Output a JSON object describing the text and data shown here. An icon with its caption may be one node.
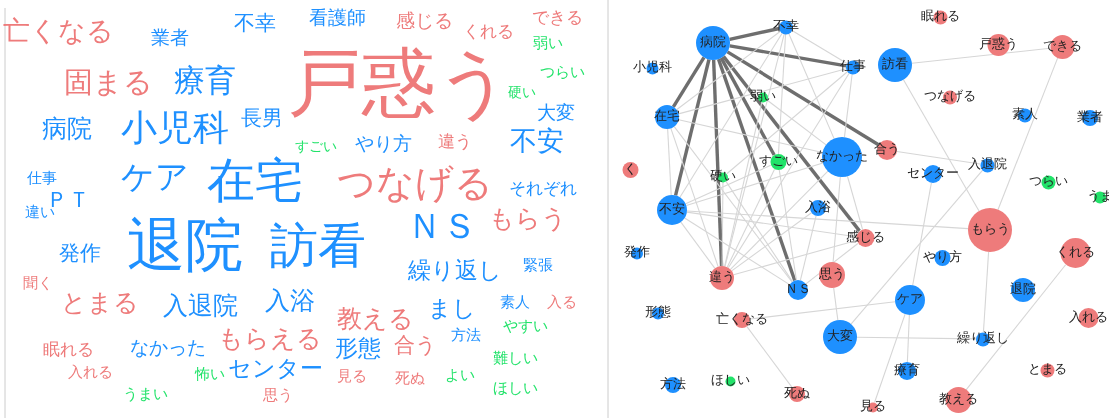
{
  "diagram": {
    "nodes": [
      {
        "text": [
          "不幸"
        ]
      },
      {
        "text": [
          "病院"
        ]
      },
      {
        "text": [
          "小児科"
        ]
      },
      {
        "text": [
          "仕事"
        ]
      },
      {
        "text": [
          "訪看"
        ]
      },
      {
        "text": [
          "眠れる"
        ]
      },
      {
        "text": [
          "戸惑う"
        ]
      },
      {
        "text": [
          "できる"
        ]
      },
      {
        "text": [
          "つなげる"
        ]
      },
      {
        "text": [
          "素人"
        ]
      },
      {
        "text": [
          "業者"
        ]
      },
      {
        "text": [
          "在宅"
        ]
      },
      {
        "text": [
          "弱い"
        ]
      },
      {
        "text": [
          "すごい"
        ]
      },
      {
        "text": [
          "なかった"
        ]
      },
      {
        "text": [
          "合う"
        ]
      },
      {
        "text": [
          "センター"
        ]
      },
      {
        "text": [
          "入退院"
        ]
      },
      {
        "text": [
          "つらい"
        ]
      },
      {
        "text": [
          "硬い"
        ]
      },
      {
        "text": [
          "く"
        ]
      },
      {
        "text": [
          "うま"
        ]
      },
      {
        "text": [
          "不安"
        ]
      },
      {
        "text": [
          "入浴"
        ]
      },
      {
        "text": [
          "感じる"
        ]
      },
      {
        "text": [
          "もらう"
        ]
      },
      {
        "text": [
          "発作"
        ]
      },
      {
        "text": [
          "違う"
        ]
      },
      {
        "text": [
          "思う"
        ]
      },
      {
        "text": [
          "ＮＳ"
        ]
      },
      {
        "text": [
          "やり方"
        ]
      },
      {
        "text": [
          "くれる"
        ]
      },
      {
        "text": [
          "退院"
        ]
      },
      {
        "text": [
          "形態"
        ]
      },
      {
        "text": [
          "亡くなる"
        ]
      },
      {
        "text": [
          "ケア"
        ]
      },
      {
        "text": [
          "入れる"
        ]
      },
      {
        "text": [
          "大変"
        ]
      },
      {
        "text": [
          "繰り返し"
        ]
      },
      {
        "text": [
          "療育"
        ]
      },
      {
        "text": [
          "とまる"
        ]
      },
      {
        "text": [
          "方法"
        ]
      },
      {
        "text": [
          "ほしい"
        ]
      },
      {
        "text": [
          "死ぬ"
        ]
      },
      {
        "text": [
          "教える"
        ]
      },
      {
        "text": [
          "見る"
        ]
      }
    ],
    "edges": [
      {
        "from": 1,
        "to": 0,
        "arrow": "none",
        "style": "thick",
        "color": "#6e6e6e"
      },
      {
        "from": 1,
        "to": 3,
        "arrow": "none",
        "style": "thick",
        "color": "#6e6e6e"
      },
      {
        "from": 1,
        "to": 15,
        "arrow": "none",
        "style": "thick",
        "color": "#6e6e6e"
      },
      {
        "from": 1,
        "to": 11,
        "arrow": "none",
        "style": "thick",
        "color": "#6e6e6e"
      },
      {
        "from": 1,
        "to": 22,
        "arrow": "none",
        "style": "thick",
        "color": "#6e6e6e"
      },
      {
        "from": 1,
        "to": 27,
        "arrow": "none",
        "style": "thick",
        "color": "#6e6e6e"
      },
      {
        "from": 1,
        "to": 29,
        "arrow": "none",
        "style": "thick",
        "color": "#6e6e6e"
      },
      {
        "from": 1,
        "to": 24,
        "arrow": "none",
        "style": "thick",
        "color": "#6e6e6e"
      },
      {
        "from": 1,
        "to": 13,
        "arrow": "none",
        "style": "thick",
        "color": "#6e6e6e"
      },
      {
        "from": 0,
        "to": 11,
        "arrow": "none"
      },
      {
        "from": 0,
        "to": 22,
        "arrow": "none"
      },
      {
        "from": 0,
        "to": 3,
        "arrow": "none"
      },
      {
        "from": 0,
        "to": 27,
        "arrow": "none"
      },
      {
        "from": 0,
        "to": 14,
        "arrow": "none"
      },
      {
        "from": 0,
        "to": 13,
        "arrow": "none"
      },
      {
        "from": 3,
        "to": 11,
        "arrow": "none"
      },
      {
        "from": 3,
        "to": 27,
        "arrow": "none"
      },
      {
        "from": 3,
        "to": 14,
        "arrow": "none"
      },
      {
        "from": 3,
        "to": 19,
        "arrow": "none"
      },
      {
        "from": 11,
        "to": 22,
        "arrow": "none"
      },
      {
        "from": 11,
        "to": 29,
        "arrow": "none"
      },
      {
        "from": 11,
        "to": 14,
        "arrow": "none"
      },
      {
        "from": 11,
        "to": 27,
        "arrow": "none"
      },
      {
        "from": 22,
        "to": 27,
        "arrow": "none"
      },
      {
        "from": 22,
        "to": 29,
        "arrow": "none"
      },
      {
        "from": 22,
        "to": 25,
        "arrow": "none"
      },
      {
        "from": 22,
        "to": 14,
        "arrow": "none"
      },
      {
        "from": 22,
        "to": 13,
        "arrow": "none"
      },
      {
        "from": 22,
        "to": 24,
        "arrow": "none"
      },
      {
        "from": 12,
        "to": 27,
        "arrow": "none"
      },
      {
        "from": 12,
        "to": 14,
        "arrow": "none"
      },
      {
        "from": 19,
        "to": 27,
        "arrow": "none"
      },
      {
        "from": 19,
        "to": 29,
        "arrow": "none"
      },
      {
        "from": 13,
        "to": 27,
        "arrow": "none"
      },
      {
        "from": 13,
        "to": 29,
        "arrow": "none"
      },
      {
        "from": 14,
        "to": 27,
        "arrow": "none"
      },
      {
        "from": 14,
        "to": 24,
        "arrow": "none"
      },
      {
        "from": 14,
        "to": 28,
        "arrow": "none"
      },
      {
        "from": 23,
        "to": 27,
        "arrow": "none"
      },
      {
        "from": 23,
        "to": 29,
        "arrow": "none"
      },
      {
        "from": 24,
        "to": 27,
        "arrow": "none"
      },
      {
        "from": 24,
        "to": 29,
        "arrow": "none"
      },
      {
        "from": 15,
        "to": 17,
        "arrow": "none"
      },
      {
        "from": 28,
        "to": 37,
        "arrow": "none"
      },
      {
        "from": 4,
        "to": 7,
        "arrow": "none"
      },
      {
        "from": 4,
        "to": 25,
        "arrow": "none"
      },
      {
        "from": 7,
        "to": 25,
        "arrow": "none"
      },
      {
        "from": 17,
        "to": 37,
        "arrow": "none"
      },
      {
        "from": 25,
        "to": 38,
        "arrow": "none"
      },
      {
        "from": 31,
        "to": 44,
        "arrow": "none"
      },
      {
        "from": 35,
        "to": 34,
        "arrow": "none"
      },
      {
        "from": 35,
        "to": 39,
        "arrow": "none"
      },
      {
        "from": 35,
        "to": 45,
        "arrow": "none"
      },
      {
        "from": 37,
        "to": 38,
        "arrow": "none"
      },
      {
        "from": 34,
        "to": 43,
        "arrow": "none"
      },
      {
        "from": 16,
        "to": 35,
        "arrow": "none"
      }
    ],
    "labels": [
      "看護師",
      "不幸",
      "感じる",
      "できる",
      "亡くなる",
      "くれる",
      "業者",
      "弱い",
      "つらい",
      "療育",
      "固まる",
      "戸惑う",
      "硬い",
      "大変",
      "長男",
      "病院",
      "小児科",
      "不安",
      "違う",
      "やり方",
      "すごい",
      "ケア",
      "仕事",
      "在宅",
      "つなげる",
      "それぞれ",
      "ＰＴ",
      "違い",
      "ＮＳ",
      "もらう",
      "退院",
      "訪看",
      "発作",
      "緊張",
      "繰り返し",
      "聞く",
      "入浴",
      "素人",
      "入る",
      "とまる",
      "入退院",
      "まし",
      "教える",
      "やすい",
      "方法",
      "もらえる",
      "合う",
      "形態",
      "眠れる",
      "なかった",
      "難しい",
      "センター",
      "入れる",
      "怖い",
      "よい",
      "見る",
      "死ぬ",
      "ほしい",
      "思う",
      "うまい"
    ]
  }
}
